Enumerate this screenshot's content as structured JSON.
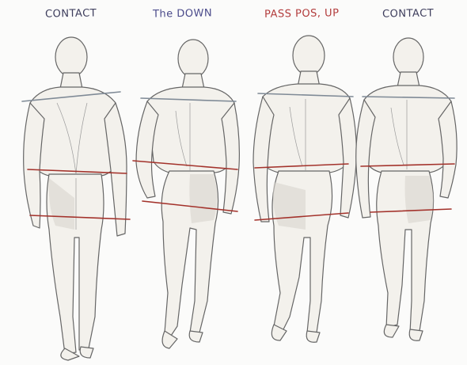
{
  "labels": {
    "contact_1": "CONTACT",
    "down": "The DOWN",
    "pass": "PASS POS, UP",
    "contact_2": "CONTACT"
  },
  "colors": {
    "contact_label": "#3d3d5c",
    "down_label": "#4a4a8a",
    "pass_label": "#b23b3b",
    "shoulder_line": "#7f8a96",
    "hip_line": "#a3322b"
  }
}
